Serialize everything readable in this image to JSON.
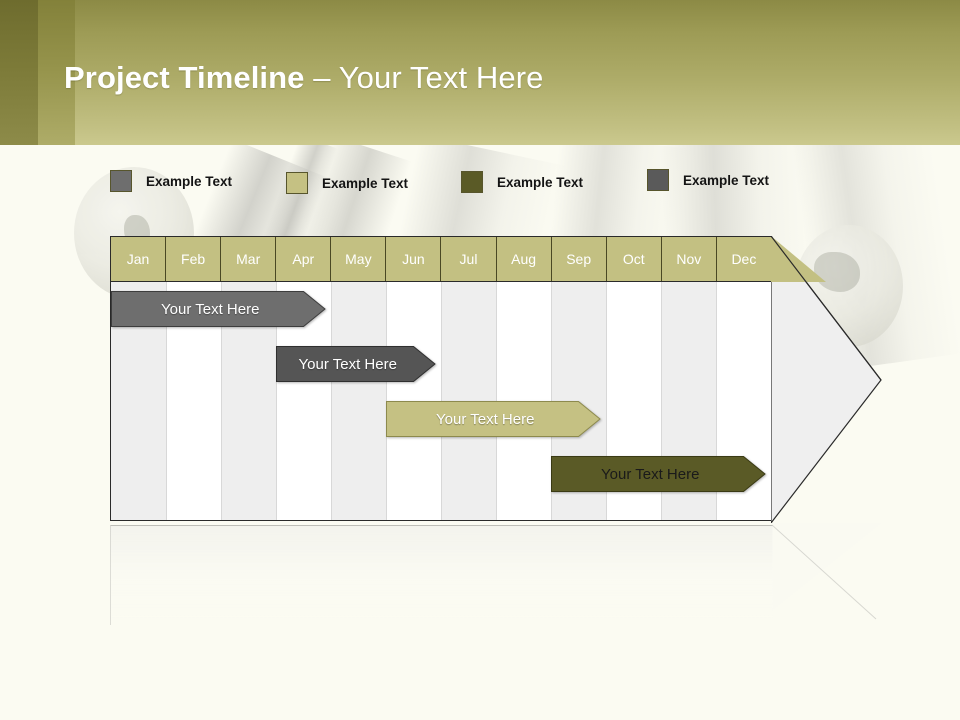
{
  "slide": {
    "title_bold": "Project Timeline",
    "title_light": " – Your Text Here",
    "background_color": "#fbfbf2",
    "header_gradient_from": "#8c8a45",
    "header_gradient_to": "#cbc98e"
  },
  "legend": {
    "items": [
      {
        "label": "Example Text",
        "color": "#6e6e6e",
        "swatch_icon": "legend-swatch-icon"
      },
      {
        "label": "Example Text",
        "color": "#c5c183",
        "swatch_icon": "legend-swatch-icon"
      },
      {
        "label": "Example Text",
        "color": "#5a5a26",
        "swatch_icon": "legend-swatch-icon"
      },
      {
        "label": "Example Text",
        "color": "#5a5a5a",
        "swatch_icon": "legend-swatch-icon"
      }
    ]
  },
  "chart_data": {
    "type": "bar",
    "title": "Project Timeline – Your Text Here",
    "xlabel": "",
    "ylabel": "",
    "grid": true,
    "legend_position": "top",
    "categories": [
      "Jan",
      "Feb",
      "Mar",
      "Apr",
      "May",
      "Jun",
      "Jul",
      "Aug",
      "Sep",
      "Oct",
      "Nov",
      "Dec"
    ],
    "header_color": "#c3c082",
    "header_text_color": "#ffffff",
    "stripe_colors": [
      "#eeeeee",
      "#ffffff"
    ],
    "series": [
      {
        "name": "Your  Text Here",
        "label": "Your  Text Here",
        "start_month": "Jan",
        "end_month": "May",
        "start_index": 0,
        "end_index": 3.9,
        "fill": "#6e6e6e",
        "stroke": "#3d3d3d",
        "text_color": "#ffffff"
      },
      {
        "name": "Your  Text Here",
        "label": "Your  Text Here",
        "start_month": "Apr",
        "end_month": "Jun",
        "start_index": 3.0,
        "end_index": 5.9,
        "fill": "#555555",
        "stroke": "#2f2f2f",
        "text_color": "#ffffff"
      },
      {
        "name": "Your  Text Here",
        "label": "Your  Text Here",
        "start_month": "Jun",
        "end_month": "Sep",
        "start_index": 5.0,
        "end_index": 8.9,
        "fill": "#c5c183",
        "stroke": "#8d8a4d",
        "text_color": "#ffffff"
      },
      {
        "name": "Your  Text Here",
        "label": "Your  Text Here",
        "start_month": "Sep",
        "end_month": "Dec",
        "start_index": 8.0,
        "end_index": 11.9,
        "fill": "#5a5a26",
        "stroke": "#3a3a14",
        "text_color": "#1a1a1a"
      }
    ]
  }
}
